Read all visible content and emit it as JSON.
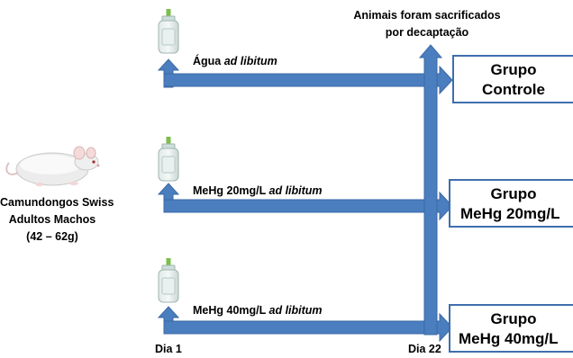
{
  "header": {
    "line1": "Animais foram sacrificados",
    "line2": "por decaptação"
  },
  "subject": {
    "line1": "Camundongos Swiss",
    "line2": "Adultos Machos",
    "line3": "(42 – 62g)"
  },
  "treatments": [
    {
      "prefix": "Água ",
      "emphasis": "ad libitum"
    },
    {
      "prefix": "MeHg 20mg/L ",
      "emphasis": "ad libitum"
    },
    {
      "prefix": "MeHg 40mg/L ",
      "emphasis": "ad libitum"
    }
  ],
  "groups": [
    {
      "line1": "Grupo",
      "line2": "Controle"
    },
    {
      "line1": "Grupo",
      "line2": "MeHg 20mg/L"
    },
    {
      "line1": "Grupo",
      "line2": "MeHg 40mg/L"
    }
  ],
  "timeline": {
    "start": "Dia 1",
    "end": "Dia 22"
  },
  "colors": {
    "arrow": "#4a7ebf",
    "arrow_edge": "#3a68a6",
    "box_border": "#3f6fad"
  },
  "icons": [
    "mouse-icon",
    "water-bottle-icon"
  ]
}
